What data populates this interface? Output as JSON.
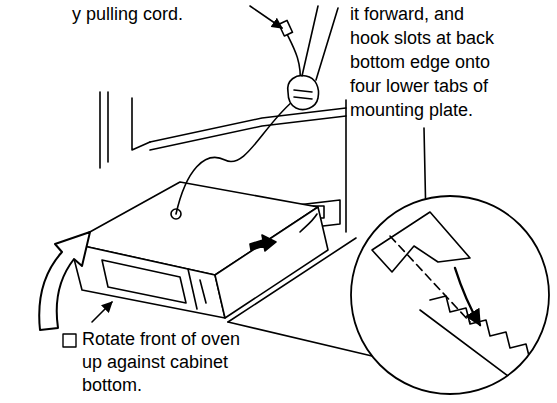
{
  "diagram": {
    "labels": [
      "y pulling cord.",
      "it forward, and hook slots at back bottom edge onto four lower tabs of mounting plate.",
      "Rotate front of oven up against cabinet bottom."
    ]
  }
}
